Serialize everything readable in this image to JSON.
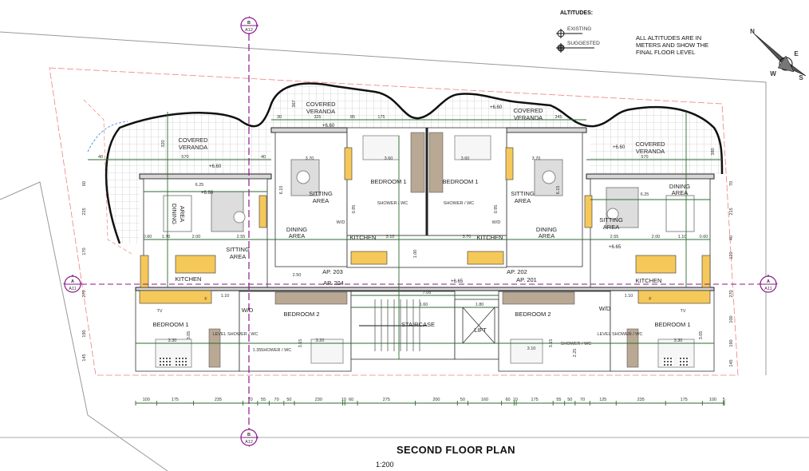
{
  "title": "SECOND FLOOR PLAN",
  "scale": "1:200",
  "legend": {
    "heading": "ALTITUDES:",
    "existing": "EXISTING",
    "suggested": "SUGGESTED"
  },
  "note": "ALL ALTITUDES ARE IN METERS AND SHOW THE FINAL FLOOR LEVEL",
  "compass": {
    "n": "N",
    "e": "E",
    "s": "S",
    "w": "W"
  },
  "section_markers": {
    "b_letter": "B",
    "b_sheet": "A12",
    "a_letter": "A",
    "a_sheet": "A11"
  },
  "rooms": {
    "covered_veranda": "COVERED VERANDA",
    "covered": "COVERED",
    "veranda": "VERANDA",
    "dining": "DINING",
    "area": "AREA",
    "sitting": "SITTING",
    "kitchen": "KITCHEN",
    "bedroom_1": "BEDROOM 1",
    "bedroom_2": "BEDROOM 2",
    "shower_wc": "SHOWER / WC",
    "level_shower_wc": "LEVEL SHOWER / WC",
    "wd": "W/D",
    "staircase": "STAIRCASE",
    "lift": "LIFT",
    "tv": "TV",
    "fridge": "F"
  },
  "apartments": [
    "AP. 203",
    "AP. 204",
    "AP. 202",
    "AP. 201"
  ],
  "elevations": [
    "+6.60",
    "+6.65"
  ],
  "room_dims": [
    "3.70",
    "3.60",
    "6.25",
    "6.15",
    "0.60",
    "1.70",
    "2.00",
    "2.55",
    "1.10",
    "2.50",
    "3.10",
    "3.30",
    "3.15",
    "3.20",
    "3.05",
    "1.60",
    "1.80",
    "7.05",
    "0.95",
    "1.00",
    "1.35",
    "2.25"
  ],
  "veranda_dims": [
    "40",
    "570",
    "320",
    "30",
    "325",
    "85",
    "175",
    "345",
    "367",
    "380"
  ],
  "side_dims": [
    "60",
    "225",
    "170",
    "270",
    "190",
    "145",
    "70",
    "215",
    "40",
    "120",
    "100"
  ],
  "bottom_dimensions": [
    "100",
    "175",
    "235",
    "70",
    "55",
    "70",
    "50",
    "230",
    "10",
    "60",
    "275",
    "200",
    "50",
    "160",
    "60",
    "10",
    "175",
    "55",
    "50",
    "70",
    "125",
    "235",
    "175",
    "100",
    "5"
  ],
  "colors": {
    "accent_purple": "#8b1a8b",
    "dim_green": "#2e6b2e",
    "furniture_yellow": "#f5c85a",
    "boundary_pink": "#f08080"
  }
}
